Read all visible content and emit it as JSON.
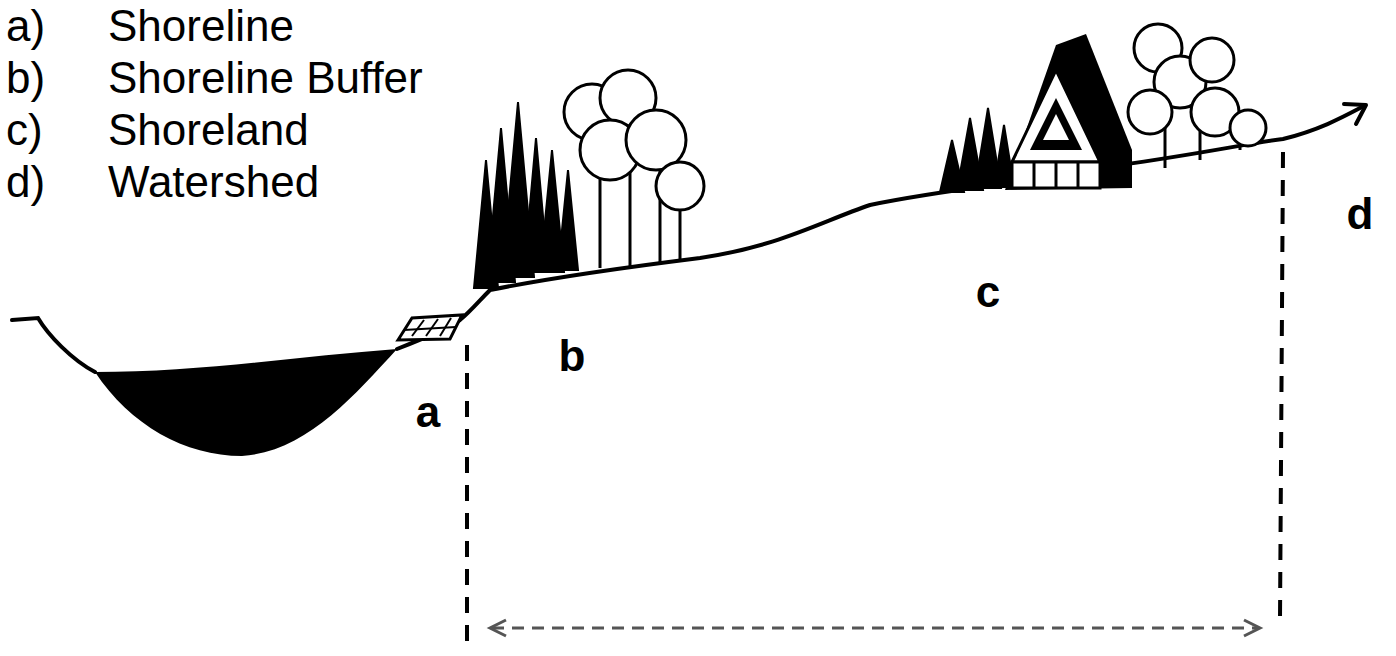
{
  "diagram": {
    "labels": [
      "a)",
      "Shoreline",
      "b)",
      "Shoreline Buffer",
      "c)",
      "Shoreland",
      "d)",
      "Watershed",
      "a",
      "b",
      "c",
      "d"
    ]
  }
}
